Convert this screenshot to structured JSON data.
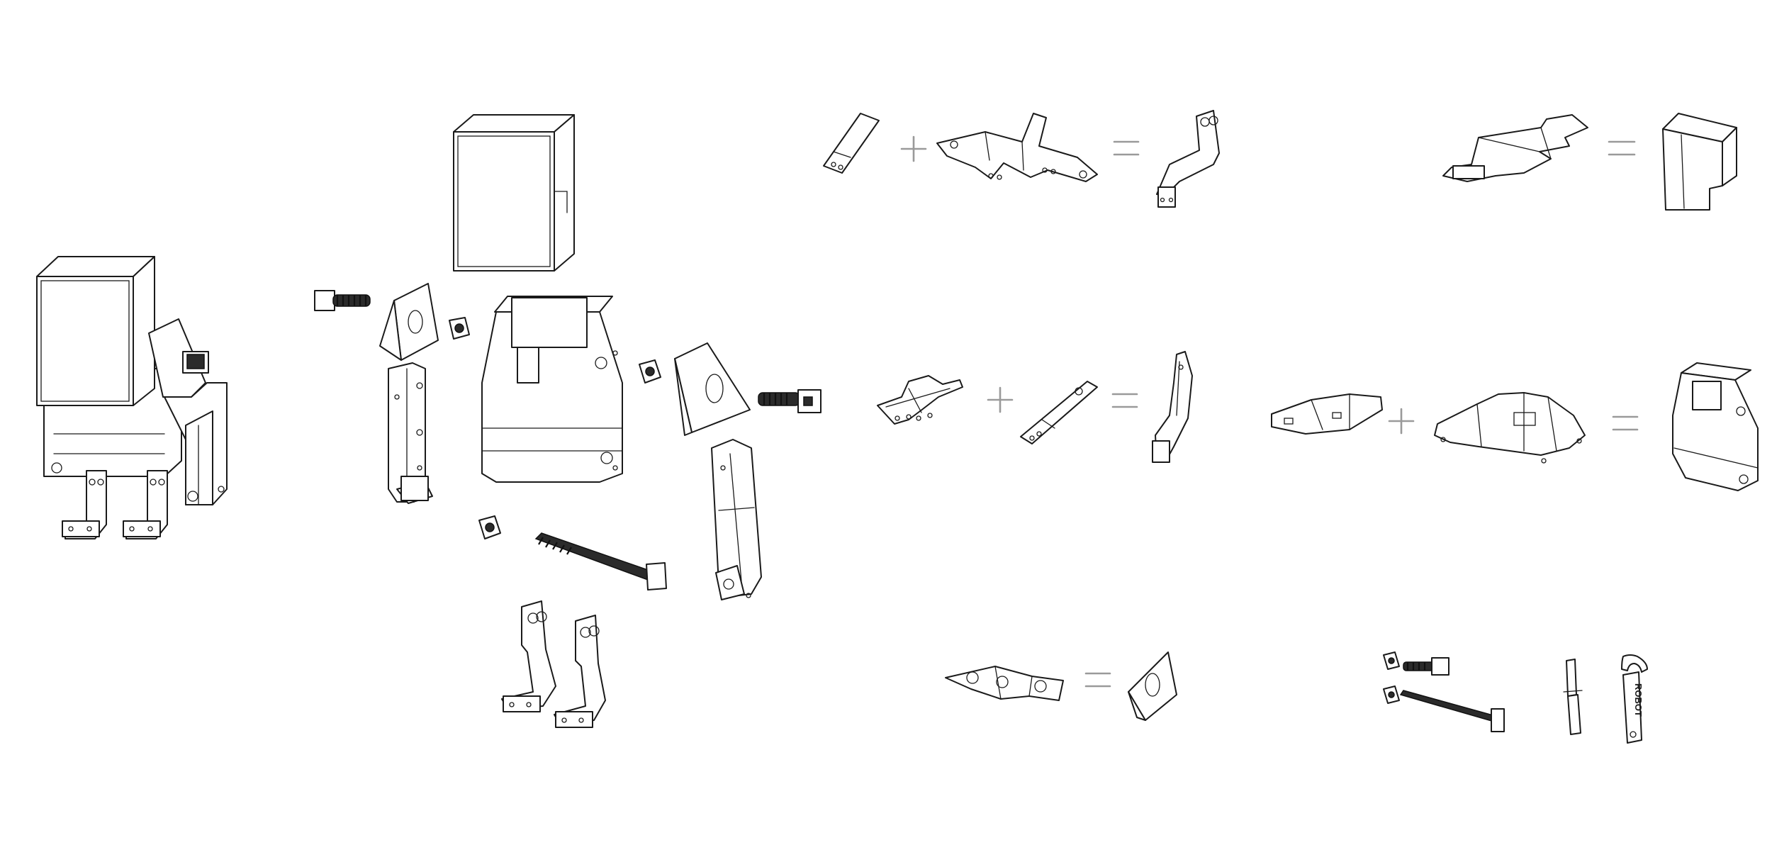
{
  "diagram": {
    "kind": "exploded assembly drawing",
    "operator_color": "#9a9a9a",
    "line_color": "#1a1a1a",
    "assembled_robot": [
      "head",
      "body",
      "left-arm",
      "right-arm",
      "left-leg",
      "right-leg",
      "shoulder-bracket"
    ],
    "exploded_parts": [
      "head-box",
      "body-shell",
      "left-shoulder-wedge",
      "right-shoulder-wedge",
      "left-arm",
      "right-arm",
      "left-leg",
      "right-leg",
      "short-bolt-left",
      "short-bolt-right",
      "long-bolt",
      "nut-left",
      "nut-right",
      "nut-lower"
    ],
    "equations": [
      {
        "row": 1,
        "inputs": [
          "strip",
          "cross-blank"
        ],
        "result": "leg"
      },
      {
        "row": 1,
        "inputs": [
          "head-blank"
        ],
        "result": "head-box"
      },
      {
        "row": 2,
        "inputs": [
          "arm-blank",
          "strip"
        ],
        "result": "arm"
      },
      {
        "row": 2,
        "inputs": [
          "body-front-blank",
          "body-back-blank"
        ],
        "result": "body-shell"
      },
      {
        "row": 3,
        "inputs": [
          "wedge-blank"
        ],
        "result": "shoulder-wedge"
      }
    ],
    "hardware": [
      "nut",
      "short-bolt",
      "nut",
      "long-bolt",
      "hex-key",
      "wrench"
    ],
    "wrench_lettering": "ROBOT"
  }
}
